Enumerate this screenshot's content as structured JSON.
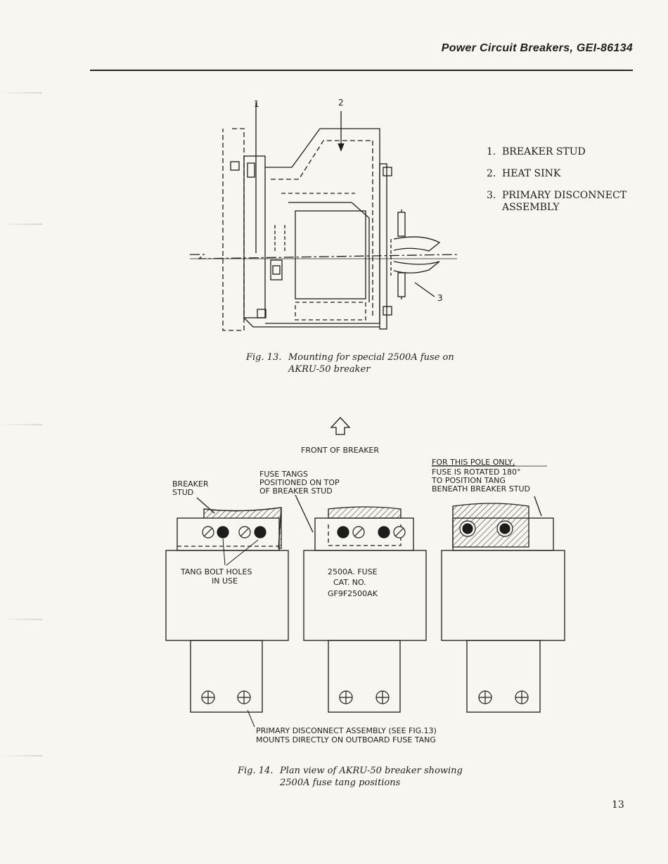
{
  "header": {
    "title": "Power Circuit Breakers, GEI-86134"
  },
  "figure13": {
    "callouts": [
      "1",
      "2",
      "3"
    ],
    "legend": [
      {
        "number": "1.",
        "text": "BREAKER STUD"
      },
      {
        "number": "2.",
        "text": "HEAT SINK"
      },
      {
        "number": "3.",
        "text": "PRIMARY DISCONNECT ASSEMBLY"
      }
    ],
    "caption_label": "Fig. 13.",
    "caption_line1": "Mounting for special 2500A fuse on",
    "caption_line2": "AKRU-50 breaker"
  },
  "figure14": {
    "front_label": "FRONT OF BREAKER",
    "breaker_stud_label_1": "BREAKER",
    "breaker_stud_label_2": "STUD",
    "fuse_tangs_label_1": "FUSE TANGS",
    "fuse_tangs_label_2": "POSITIONED ON TOP",
    "fuse_tangs_label_3": "OF BREAKER STUD",
    "pole_note_1": "FOR THIS POLE ONLY,",
    "pole_note_2": "FUSE IS ROTATED 180°",
    "pole_note_3": "TO POSITION TANG",
    "pole_note_4": "BENEATH BREAKER STUD",
    "tang_bolt_1": "TANG BOLT HOLES",
    "tang_bolt_2": "IN USE",
    "fuse_rating_1": "2500A. FUSE",
    "fuse_rating_2": "CAT. NO.",
    "fuse_rating_3": "GF9F2500AK",
    "primary_note_1": "PRIMARY DISCONNECT ASSEMBLY (SEE FIG.13)",
    "primary_note_2": "MOUNTS DIRECTLY ON OUTBOARD FUSE TANG",
    "caption_label": "Fig. 14.",
    "caption_line1": "Plan view of AKRU-50 breaker showing",
    "caption_line2": "2500A fuse tang positions"
  },
  "page_number": "13"
}
